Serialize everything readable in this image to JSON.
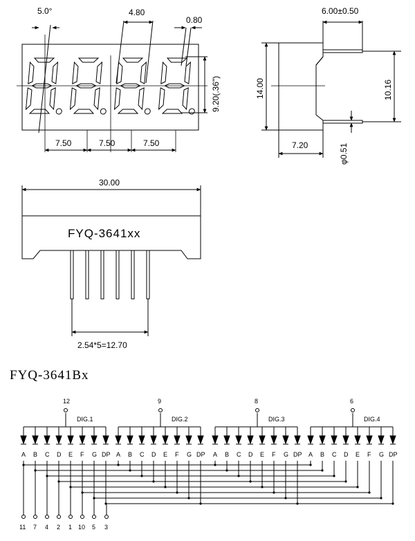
{
  "front_view": {
    "angle": "5.0°",
    "digit_width": "4.80",
    "segment_width": "0.80",
    "char_height": "9.20(.36\")",
    "pitch": [
      "7.50",
      "7.50",
      "7.50"
    ]
  },
  "side_view": {
    "pin_length": "6.00±0.50",
    "height": "14.00",
    "row_spacing": "10.16",
    "depth": "7.20",
    "pin_diameter": "φ0.51"
  },
  "bottom_view": {
    "length": "30.00",
    "part_marking": "FYQ-3641xx",
    "pin_pitch": "2.54*5=12.70"
  },
  "schematic": {
    "title": "FYQ-3641Bx",
    "digits": [
      {
        "label": "DIG.1",
        "pin": "12"
      },
      {
        "label": "DIG.2",
        "pin": "9"
      },
      {
        "label": "DIG.3",
        "pin": "8"
      },
      {
        "label": "DIG.4",
        "pin": "6"
      }
    ],
    "segments": [
      "A",
      "B",
      "C",
      "D",
      "E",
      "F",
      "G",
      "DP"
    ],
    "bottom_pins": [
      "11",
      "7",
      "4",
      "2",
      "1",
      "10",
      "5",
      "3"
    ]
  }
}
